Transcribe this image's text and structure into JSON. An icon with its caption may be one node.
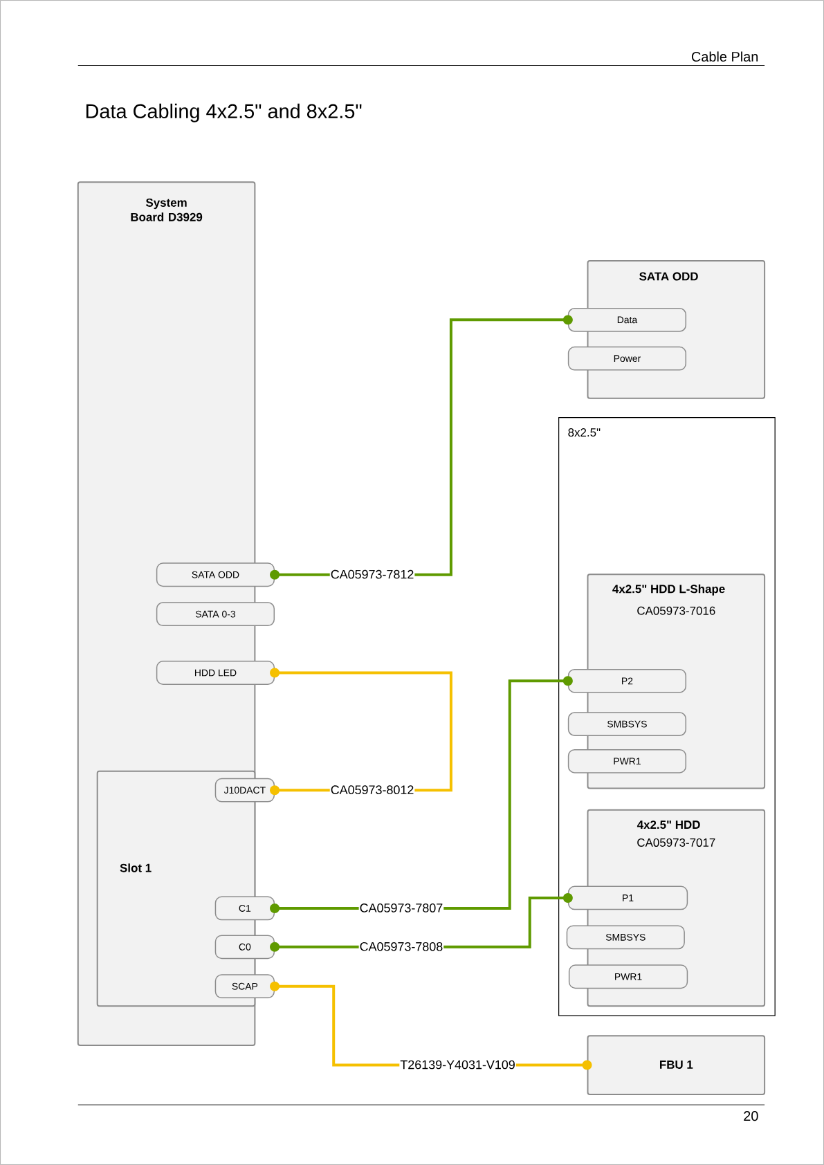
{
  "diagram": {
    "title": "Data Cabling 4x2.5\" and 8x2.5\"",
    "nodes": [
      {
        "text": [
          "System Board D3929"
        ]
      },
      {
        "text": [
          "SATA ODD"
        ],
        "in": 0
      },
      {
        "text": [
          "SATA 0-3"
        ],
        "in": 0
      },
      {
        "text": [
          "HDD LED"
        ],
        "in": 0
      },
      {
        "text": [
          "Slot 1"
        ],
        "in": 0
      },
      {
        "text": [
          "J10DACT"
        ],
        "in": 4
      },
      {
        "text": [
          "C1"
        ],
        "in": 4
      },
      {
        "text": [
          "C0"
        ],
        "in": 4
      },
      {
        "text": [
          "SCAP"
        ],
        "in": 4
      },
      {
        "text": [
          "SATA ODD"
        ]
      },
      {
        "text": [
          "Data"
        ],
        "in": 9
      },
      {
        "text": [
          "Power"
        ],
        "in": 9
      },
      {
        "text": [
          "8x2.5\""
        ]
      },
      {
        "text": [
          "4x2.5\" HDD L-Shape",
          "CA05973-7016"
        ],
        "in": 12
      },
      {
        "text": [
          "P2"
        ],
        "in": 13
      },
      {
        "text": [
          "SMBSYS"
        ],
        "in": 13
      },
      {
        "text": [
          "PWR1"
        ],
        "in": 13
      },
      {
        "text": [
          "4x2.5\" HDD",
          "CA05973-7017"
        ],
        "in": 12
      },
      {
        "text": [
          "P1"
        ],
        "in": 17
      },
      {
        "text": [
          "SMBSYS"
        ],
        "in": 17
      },
      {
        "text": [
          "PWR1"
        ],
        "in": 17
      },
      {
        "text": [
          "FBU 1"
        ]
      }
    ],
    "edges": [
      {
        "from": 1,
        "to": 10,
        "arrow": "other",
        "label": "CA05973-7812",
        "color": "#5f9a00"
      },
      {
        "from": 3,
        "to": 5,
        "arrow": "other",
        "label": "CA05973-8012",
        "color": "#f5c000"
      },
      {
        "from": 6,
        "to": 14,
        "arrow": "other",
        "label": "CA05973-7807",
        "color": "#5f9a00"
      },
      {
        "from": 7,
        "to": 18,
        "arrow": "other",
        "label": "CA05973-7808",
        "color": "#5f9a00"
      },
      {
        "from": 8,
        "to": 21,
        "arrow": "other",
        "label": "T26139-Y4031-V109",
        "color": "#f5c000"
      }
    ],
    "labels": [
      "Cable Plan",
      "20"
    ]
  }
}
